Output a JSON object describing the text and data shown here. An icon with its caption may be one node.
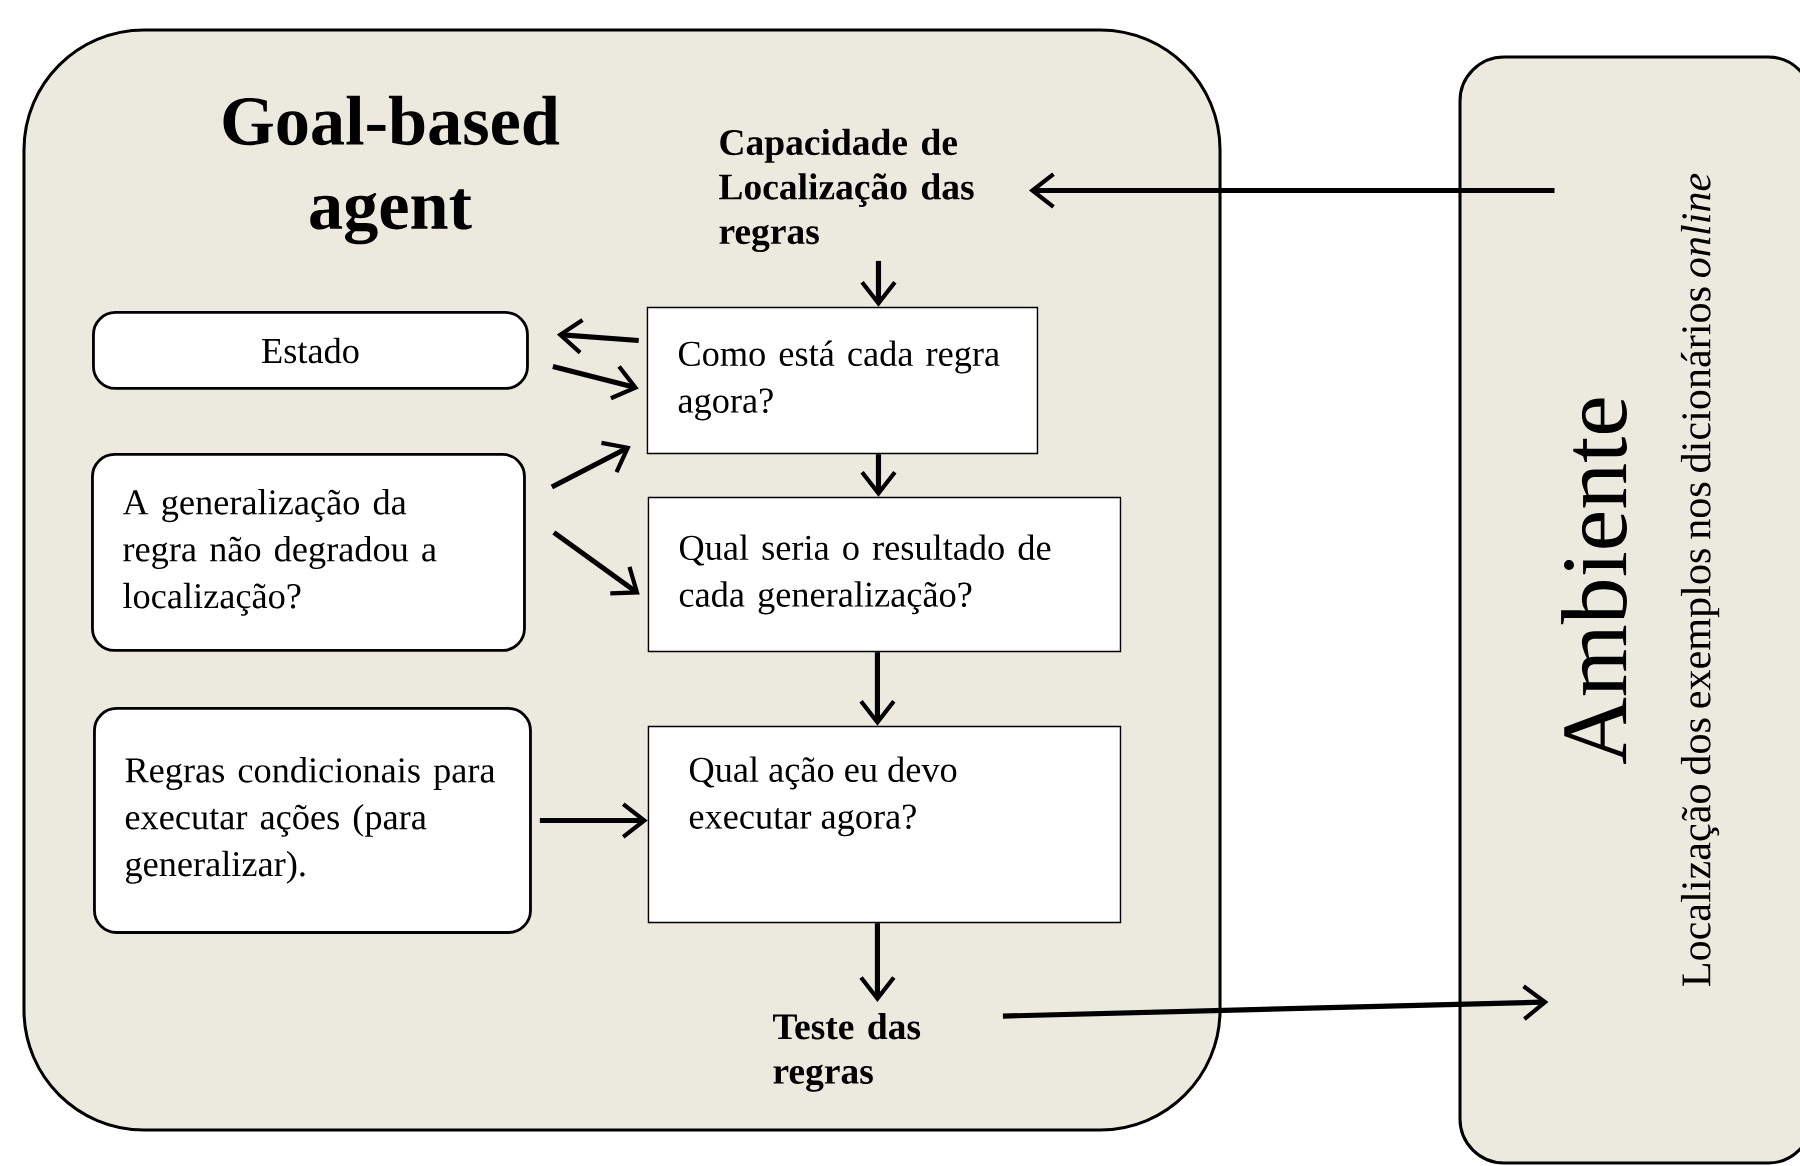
{
  "diagram": {
    "nodes": [
      {
        "text": [
          "Goal-based agent"
        ]
      },
      {
        "text": [
          "Capacidade de Localização das regras"
        ],
        "in": 0
      },
      {
        "text": [
          "Estado"
        ],
        "in": 0
      },
      {
        "text": [
          "Como está cada regra agora?"
        ],
        "in": 0
      },
      {
        "text": [
          "A generalização da regra não degradou a localização?"
        ],
        "in": 0
      },
      {
        "text": [
          "Qual seria o resultado de cada generalização?"
        ],
        "in": 0
      },
      {
        "text": [
          "Regras condicionais para executar ações (para generalizar)."
        ],
        "in": 0
      },
      {
        "text": [
          "Qual ação eu devo executar agora?"
        ],
        "in": 0
      },
      {
        "text": [
          "Teste das regras"
        ],
        "in": 0
      },
      {
        "text": [
          "Ambiente",
          "Localização dos exemplos nos dicionários *online*"
        ]
      }
    ],
    "edges": [
      {
        "from": 9,
        "to": 1,
        "arrow": "to"
      },
      {
        "from": 1,
        "to": 3,
        "arrow": "to"
      },
      {
        "from": 3,
        "to": 2,
        "arrow": "to"
      },
      {
        "from": 2,
        "to": 3,
        "arrow": "to"
      },
      {
        "from": 4,
        "to": 3,
        "arrow": "to"
      },
      {
        "from": 4,
        "to": 5,
        "arrow": "to"
      },
      {
        "from": 3,
        "to": 5,
        "arrow": "to"
      },
      {
        "from": 5,
        "to": 7,
        "arrow": "to"
      },
      {
        "from": 6,
        "to": 7,
        "arrow": "to"
      },
      {
        "from": 7,
        "to": 8,
        "arrow": "to"
      },
      {
        "from": 8,
        "to": 9,
        "arrow": "to"
      }
    ]
  }
}
